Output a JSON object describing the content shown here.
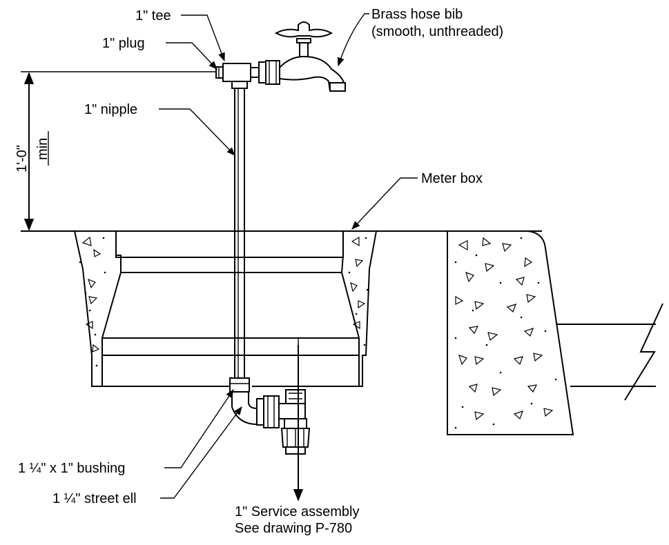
{
  "labels": {
    "tee": "1\" tee",
    "plug": "1\" plug",
    "hose_bib_line1": "Brass hose bib",
    "hose_bib_line2": "(smooth, unthreaded)",
    "nipple": "1\" nipple",
    "dimension_value": "1'-0\"",
    "dimension_qualifier": "min",
    "meter_box": "Meter box",
    "bushing": "1 ¼\" x 1\" bushing",
    "street_ell": "1 ¼\" street ell",
    "service_line1": "1\" Service assembly",
    "service_line2": "See drawing  P-780"
  }
}
